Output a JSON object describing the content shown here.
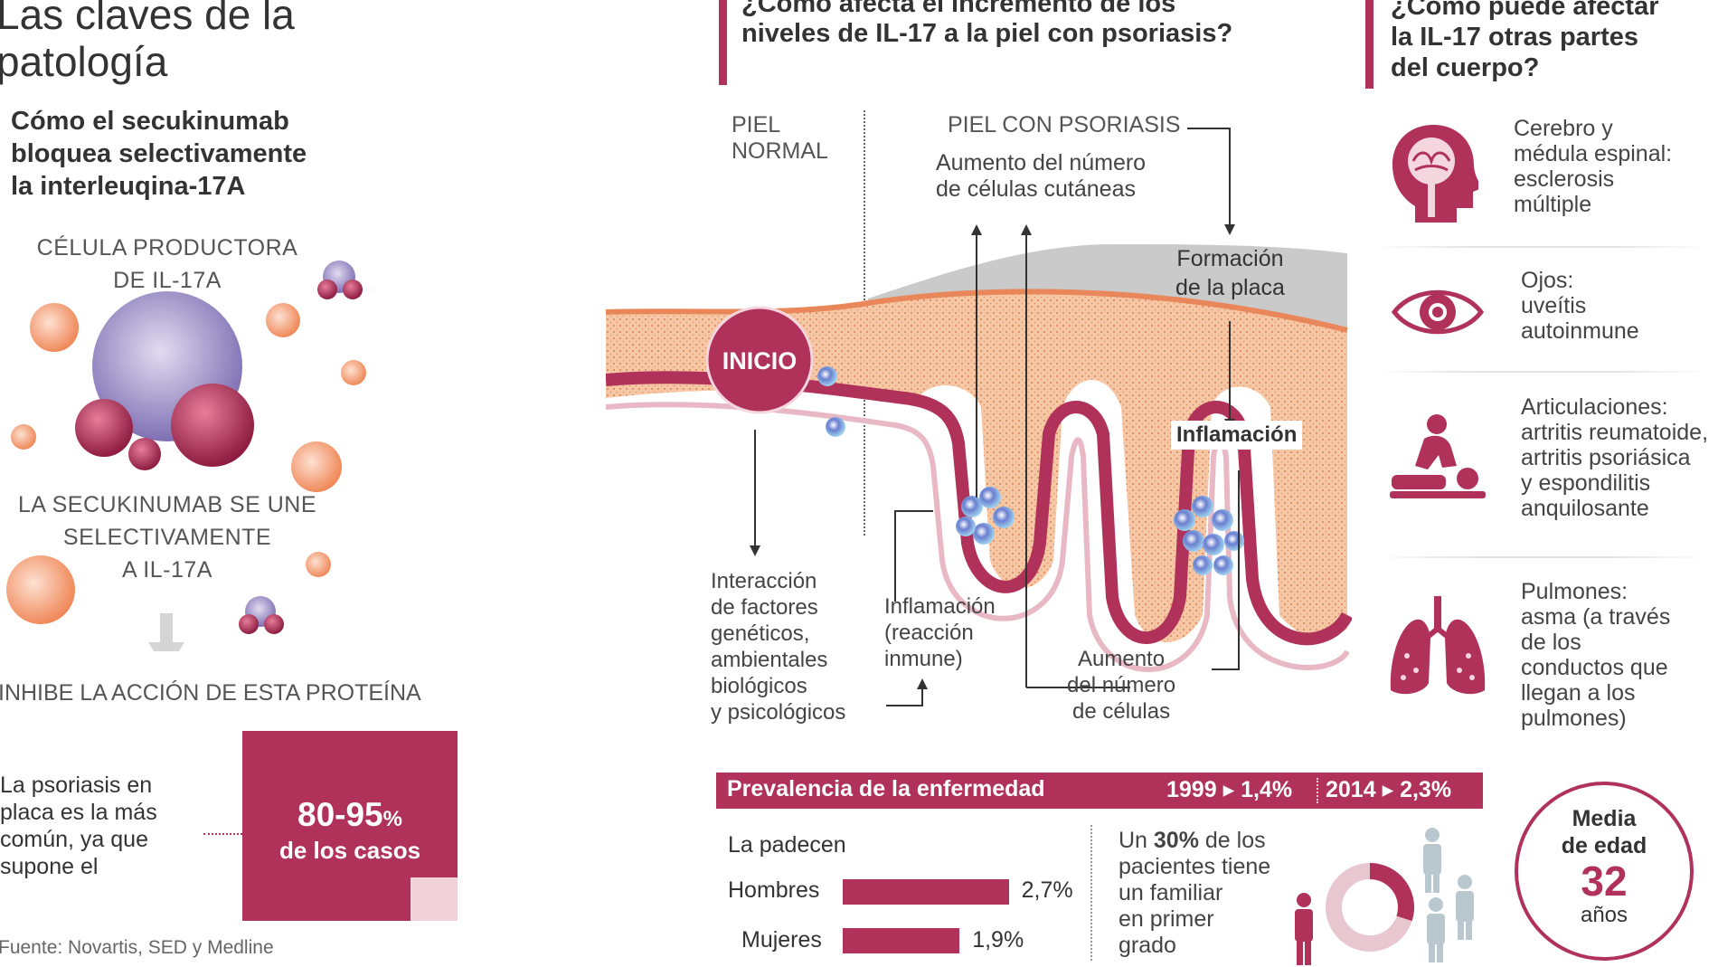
{
  "colors": {
    "accent": "#b0325a",
    "skin": "#f0b78f",
    "plaque": "#c9c9c9",
    "orange_cell": "#f3a07a",
    "purple_cell": "#9c8bc4"
  },
  "left": {
    "title_line1": "Las claves de la",
    "title_line2": "patología",
    "subtitle_line1": "Cómo el secukinumab",
    "subtitle_line2": "bloquea selectivamente",
    "subtitle_line3": "la interleuqina-17A",
    "cell_label_line1": "CÉLULA PRODUCTORA",
    "cell_label_line2": "DE IL-17A",
    "binds_line1": "LA SECUKINUMAB SE UNE",
    "binds_line2": "SELECTIVAMENTE",
    "binds_line3": "A IL-17A",
    "inhibit": "INHIBE LA ACCIÓN DE ESTA PROTEÍNA",
    "plaque_text_line1": "La psoriasis en",
    "plaque_text_line2": "placa es la más",
    "plaque_text_line3": "común, ya que",
    "plaque_text_line4": "supone el",
    "stat_value": "80-95",
    "stat_unit": "%",
    "stat_caption": "de los casos",
    "source": "Fuente: Novartis, SED y Medline"
  },
  "center": {
    "question_line1": "¿Cómo afecta el incremento de los",
    "question_line2": "niveles de IL-17 a la piel con psoriasis?",
    "normal_line1": "PIEL",
    "normal_line2": "NORMAL",
    "psoriasis": "PIEL CON PSORIASIS",
    "more_cells_line1": "Aumento del número",
    "more_cells_line2": "de células cutáneas",
    "plaque_line1": "Formación",
    "plaque_line2": "de la placa",
    "inicio": "INICIO",
    "inflammation": "Inflamación",
    "factors_line1": "Interacción",
    "factors_line2": "de factores",
    "factors_line3": "genéticos,",
    "factors_line4": "ambientales",
    "factors_line5": "biológicos",
    "factors_line6": "y psicológicos",
    "immune_line1": "Inflamación",
    "immune_line2": "(reacción",
    "immune_line3": "inmune)",
    "cells_line1": "Aumento",
    "cells_line2": "del número",
    "cells_line3": "de células"
  },
  "prevalence": {
    "title": "Prevalencia de la enfermedad",
    "y1": "1999",
    "v1": "1,4%",
    "y2": "2014",
    "v2": "2,3%",
    "suffer": "La padecen",
    "men_label": "Hombres",
    "men_value": 2.7,
    "men_text": "2,7%",
    "women_label": "Mujeres",
    "women_value": 1.9,
    "women_text": "1,9%",
    "family_pre": "Un ",
    "family_pct": "30%",
    "family_post": " de los",
    "family_line2": "pacientes tiene",
    "family_line3": "un familiar",
    "family_line4": "en primer",
    "family_line5": "grado",
    "family_share": 0.3,
    "age_line1": "Media",
    "age_line2": "de edad",
    "age_value": "32",
    "age_unit": "años"
  },
  "right": {
    "question_line1": "¿Cómo puede afectar",
    "question_line2": "la IL-17 otras partes",
    "question_line3": "del cuerpo?",
    "brain_line1": "Cerebro y",
    "brain_line2": "médula espinal:",
    "brain_line3": "esclerosis",
    "brain_line4": "múltiple",
    "eyes_line1": "Ojos:",
    "eyes_line2": "uveítis",
    "eyes_line3": "autoinmune",
    "joints_line1": "Articulaciones:",
    "joints_line2": "artritis reumatoide,",
    "joints_line3": "artritis psoriásica",
    "joints_line4": "y espondilitis",
    "joints_line5": "anquilosante",
    "lungs_line1": "Pulmones:",
    "lungs_line2": "asma (a través",
    "lungs_line3": "de los",
    "lungs_line4": "conductos que",
    "lungs_line5": "llegan a los",
    "lungs_line6": "pulmones)",
    "icons": [
      "brain-head-icon",
      "eye-icon",
      "massage-joint-icon",
      "lungs-icon"
    ]
  }
}
